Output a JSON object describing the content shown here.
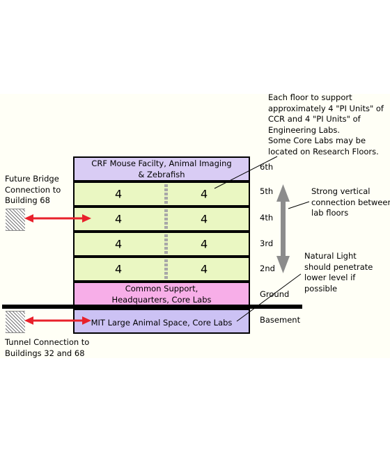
{
  "floors": {
    "sixth": {
      "description": "CRF Mouse Facilty, Animal Imaging\n& Zebrafish",
      "label": "6th"
    },
    "fifth": {
      "left": "4",
      "right": "4",
      "label": "5th"
    },
    "fourth": {
      "left": "4",
      "right": "4",
      "label": "4th"
    },
    "third": {
      "left": "4",
      "right": "4",
      "label": "3rd"
    },
    "second": {
      "left": "4",
      "right": "4",
      "label": "2nd"
    },
    "ground": {
      "description": "Common Support,\nHeadquarters, Core Labs",
      "label": "Ground"
    },
    "basement": {
      "description": "MIT Large Animal Space, Core Labs",
      "label": "Basement"
    }
  },
  "notes": {
    "pi_units": "Each floor to support\napproximately 4 \"PI Units\" of\nCCR and 4 \"PI Units\" of\nEngineering Labs.\nSome Core Labs may be\nlocated on Research Floors.",
    "vertical_connection": "Strong vertical\nconnection between\nlab floors",
    "natural_light": "Natural Light\nshould penetrate\nlower level if\npossible",
    "bridge": "Future Bridge\nConnection to\nBuilding 68",
    "tunnel": "Tunnel Connection to\nBuildings 32 and 68"
  },
  "colors": {
    "lab_floor": "#eaf7c2",
    "top_floor": "#d9ccf4",
    "ground_floor": "#f7aee8",
    "basement": "#ccc2f4",
    "connection_arrow": "#e8212b",
    "vertical_arrow": "#8c8c8c"
  }
}
